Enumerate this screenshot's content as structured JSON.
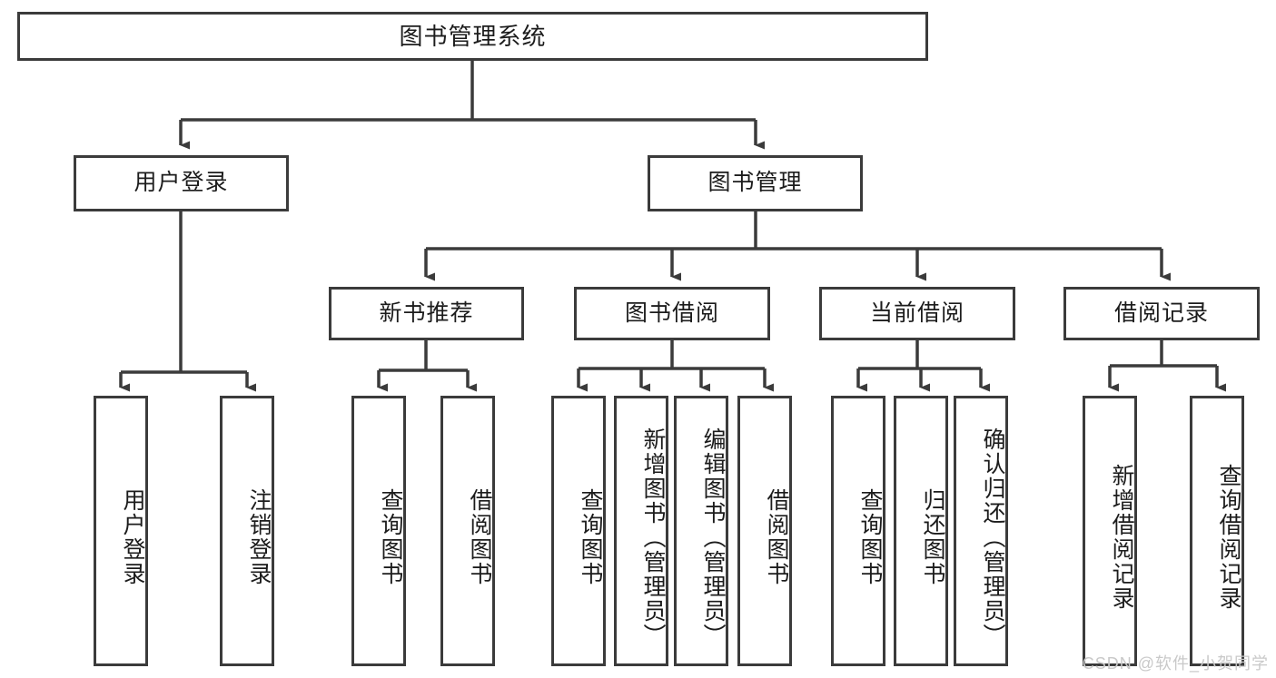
{
  "diagram": {
    "title": "图书管理系统",
    "watermark": "CSDN @软件_小贺同学",
    "colors": {
      "stroke": "#3b3b3b",
      "fill": "#ffffff",
      "text": "#1c1c1c",
      "watermark": "#c9c9c9"
    },
    "levels": {
      "root": {
        "label": "图书管理系统"
      },
      "level2": [
        {
          "label": "用户登录"
        },
        {
          "label": "图书管理"
        }
      ],
      "level3": [
        {
          "label": "新书推荐"
        },
        {
          "label": "图书借阅"
        },
        {
          "label": "当前借阅"
        },
        {
          "label": "借阅记录"
        }
      ],
      "leaves": {
        "user_login": [
          {
            "label": "用户登录"
          },
          {
            "label": "注销登录"
          }
        ],
        "new_book_recommend": [
          {
            "label": "查询图书"
          },
          {
            "label": "借阅图书"
          }
        ],
        "book_borrow": [
          {
            "label": "查询图书"
          },
          {
            "label": "新增图书（管理员）"
          },
          {
            "label": "编辑图书（管理员）"
          },
          {
            "label": "借阅图书"
          }
        ],
        "current_borrow": [
          {
            "label": "查询图书"
          },
          {
            "label": "归还图书"
          },
          {
            "label": "确认归还（管理员）"
          }
        ],
        "borrow_record": [
          {
            "label": "新增借阅记录"
          },
          {
            "label": "查询借阅记录"
          }
        ]
      }
    }
  }
}
